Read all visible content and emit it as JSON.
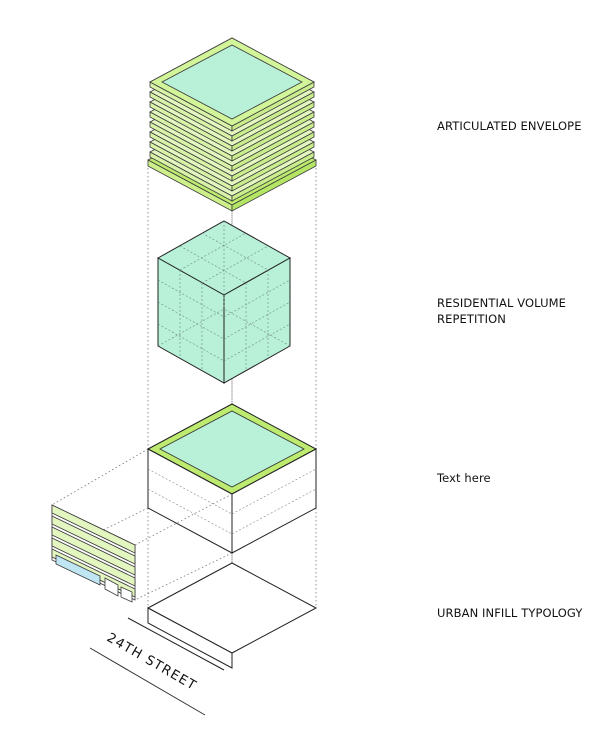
{
  "labels": {
    "articulated_envelope": "ARTICULATED ENVELOPE",
    "residential_line1": "RESIDENTIAL VOLUME",
    "residential_line2": "REPETITION",
    "text_here": "Text here",
    "urban_infill": "URBAN INFILL TYPOLOGY"
  },
  "street_label": "24TH STREET",
  "colors": {
    "mint": "#b8f0d8",
    "lime": "#bdeb6f",
    "pale_green": "#e3f6c0",
    "line": "#222222",
    "dotted": "#777777",
    "glass_blue": "#bfe6f2"
  }
}
